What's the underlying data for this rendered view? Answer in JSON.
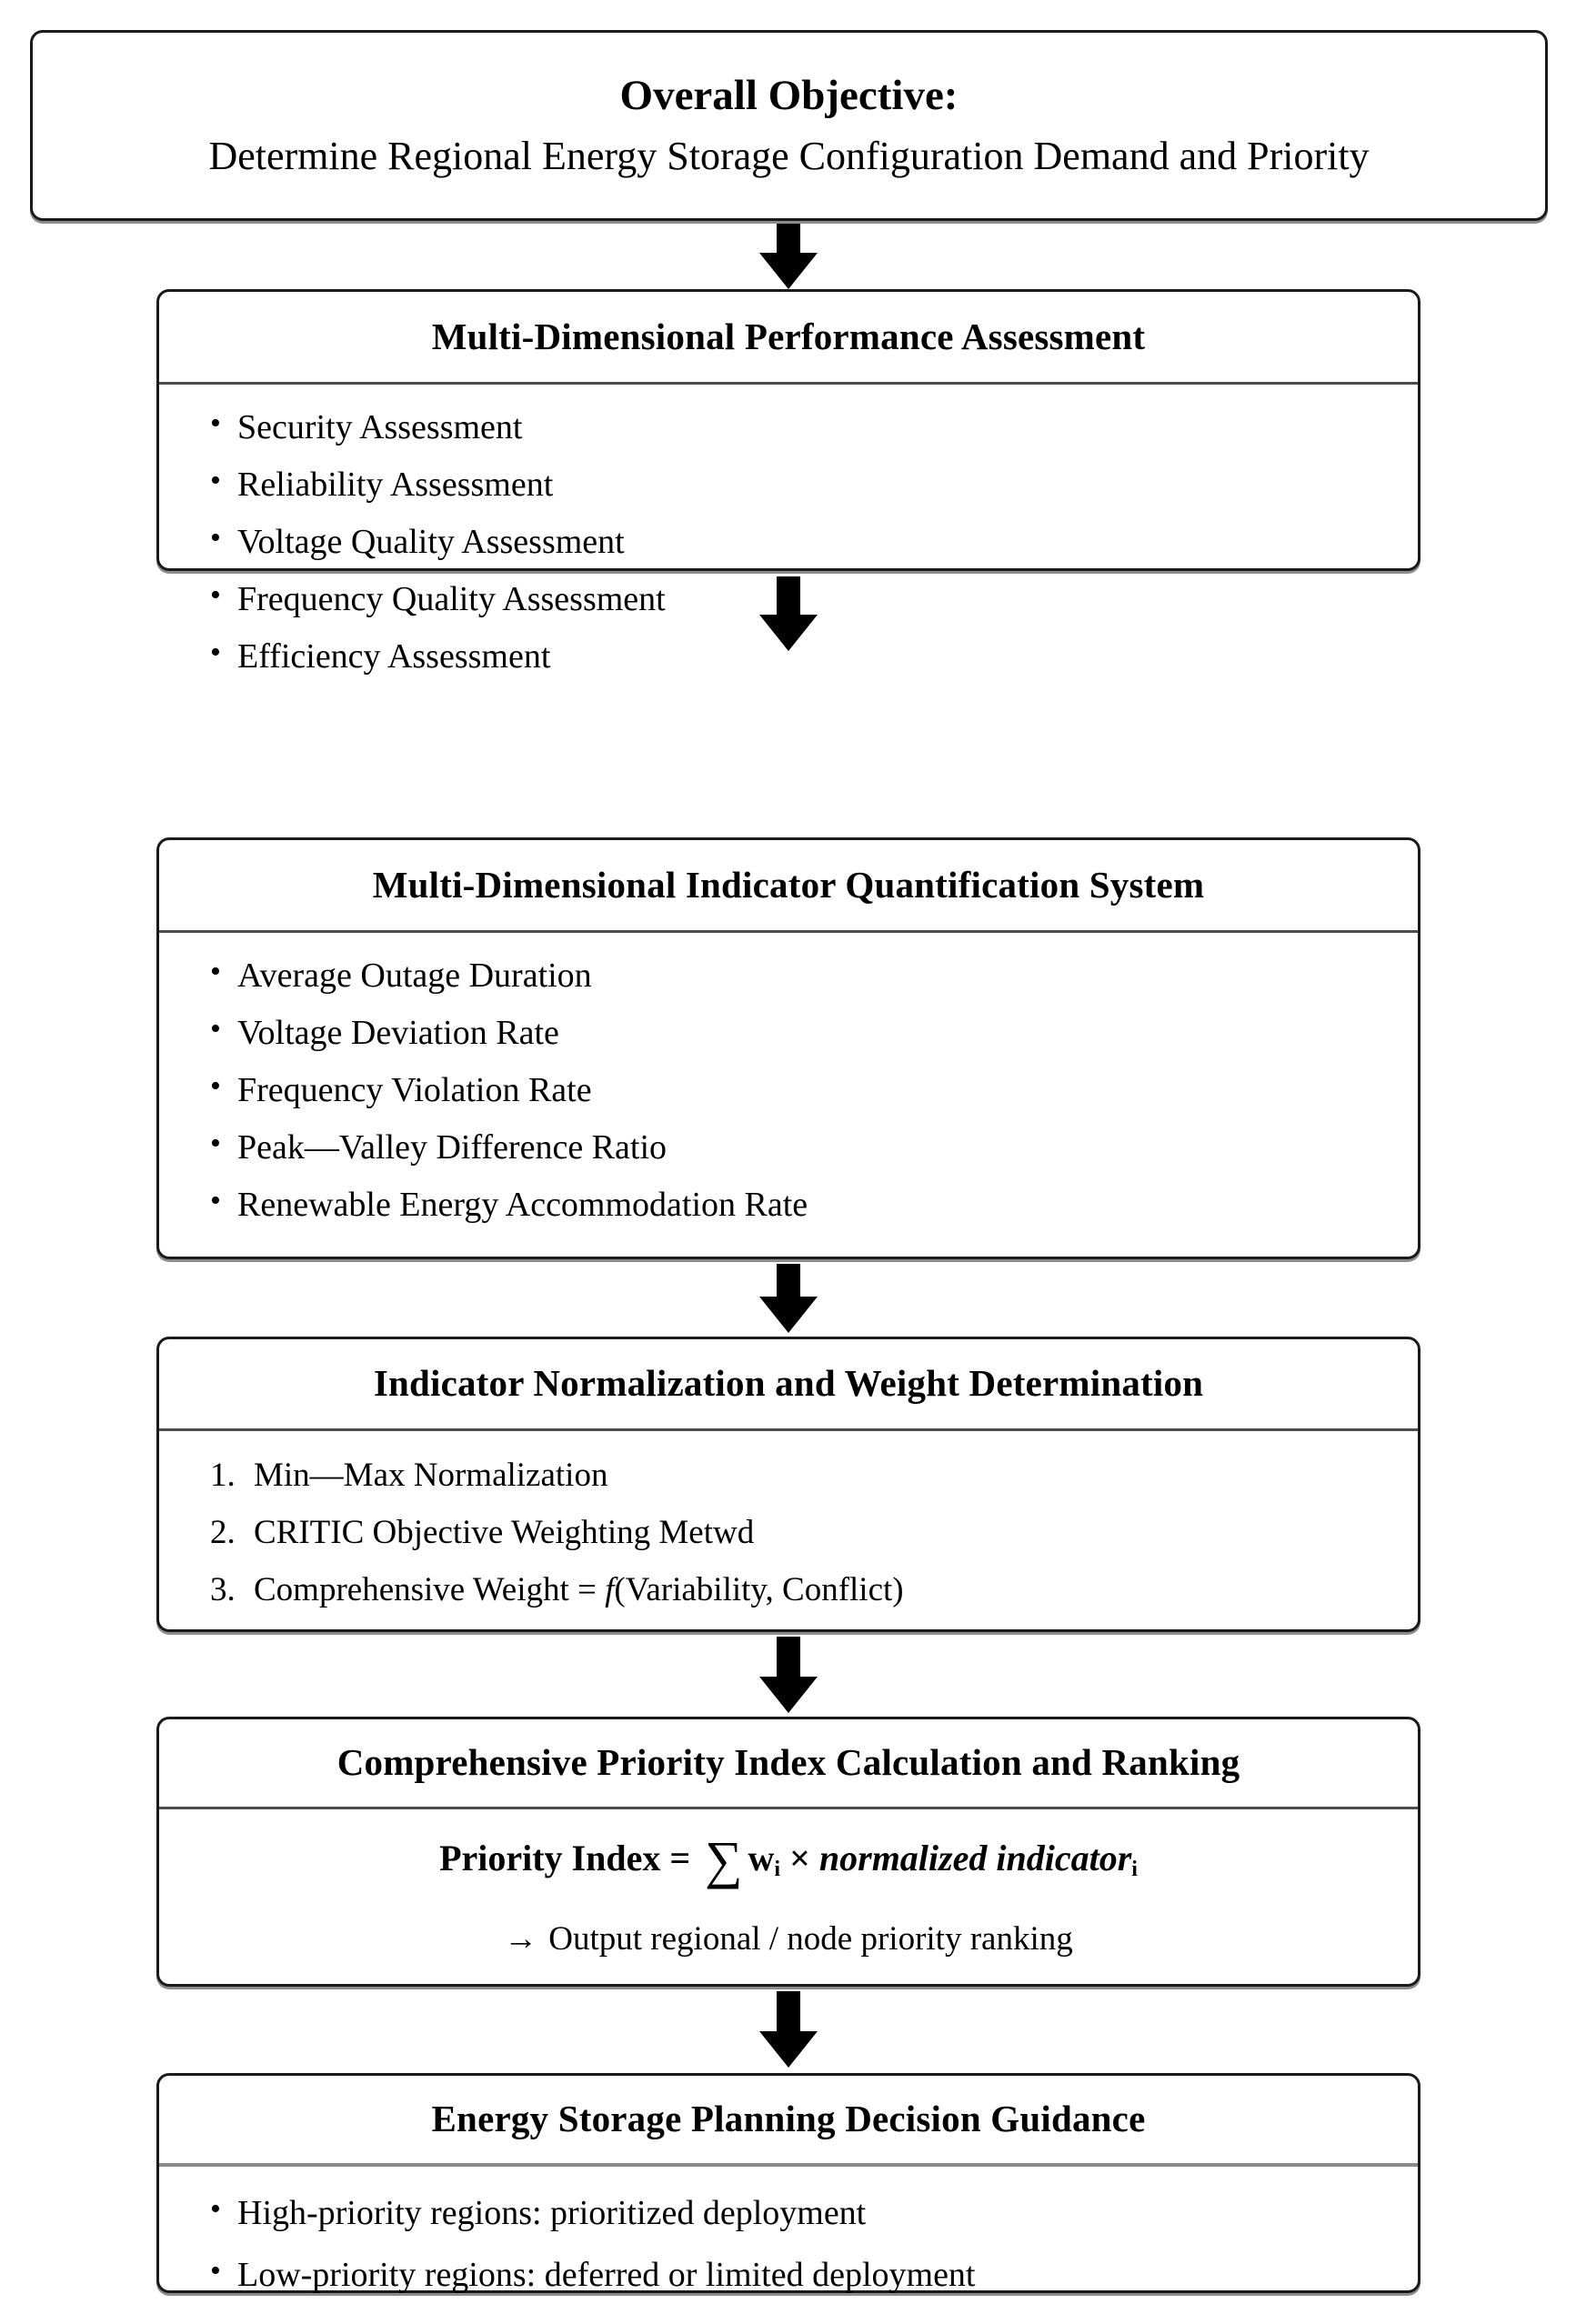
{
  "diagram": {
    "type": "flowchart",
    "orientation": "top-to-bottom",
    "arrow_count": 5,
    "colors": {
      "background": "#ffffff",
      "box_border": "#1a1a1a",
      "divider": "#4d4d4d",
      "divider_light": "#8a8a8a",
      "text": "#000000",
      "arrow": "#000000"
    }
  },
  "nodes": {
    "objective": {
      "title": "Overall Objective:",
      "subtitle": "Determine Regional Energy Storage Configuration Demand and Priority"
    },
    "performance": {
      "title": "Multi-Dimensional Performance Assessment",
      "items": [
        "Security Assessment",
        "Reliability Assessment",
        "Voltage Quality Assessment",
        "Frequency Quality Assessment",
        "Efficiency Assessment"
      ]
    },
    "indicators": {
      "title": "Multi-Dimensional Indicator Quantification System",
      "items": [
        "Average Outage Duration",
        "Voltage Deviation Rate",
        "Frequency Violation Rate",
        "Peak—Valley Difference Ratio",
        "Renewable Energy Accommodation Rate"
      ]
    },
    "weights": {
      "title": "Indicator Normalization and Weight Determination",
      "items": [
        {
          "num": "1.",
          "text": "Min—Max Normalization"
        },
        {
          "num": "2.",
          "text": "CRITIC Objective Weighting Metwd"
        },
        {
          "num": "3.",
          "text_before": "Comprehensive Weight = ",
          "italic": "f",
          "text_after": "(Variability, Conflict)"
        }
      ]
    },
    "priority": {
      "title": "Comprehensive Priority Index Calculation and Ranking",
      "formula": {
        "lhs": "Priority Index = ",
        "sigma": "∑",
        "weight": "w",
        "weight_sub": "i",
        "times": " × ",
        "term": "normalized indicator",
        "term_sub": "i"
      },
      "output_arrow": "→",
      "output_text": "Output regional / node priority ranking"
    },
    "guidance": {
      "title": "Energy Storage Planning Decision Guidance",
      "items": [
        "High-priority regions: prioritized deployment",
        "Low-priority regions: deferred or limited deployment"
      ]
    }
  }
}
